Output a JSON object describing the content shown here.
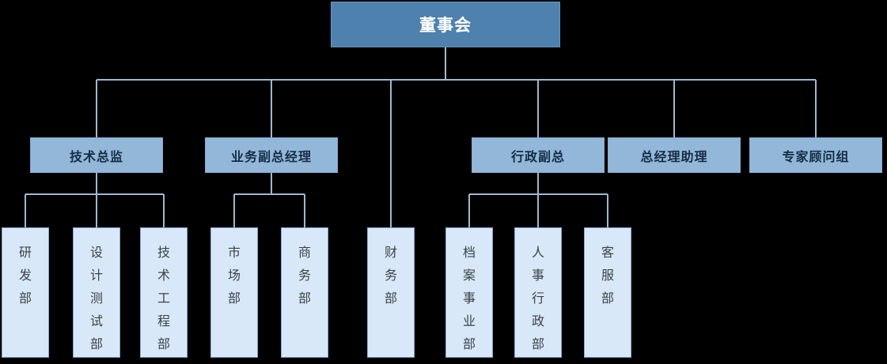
{
  "org_chart": {
    "title": "董事会",
    "root": {
      "label": "董事会"
    },
    "managers": [
      {
        "label": "技术总监"
      },
      {
        "label": "业务副总经理"
      },
      {
        "label": "行政副总"
      },
      {
        "label": "总经理助理"
      },
      {
        "label": "专家顾问组"
      }
    ],
    "departments": [
      {
        "label": "研发部",
        "parent": "技术总监"
      },
      {
        "label": "设计测试部",
        "parent": "技术总监"
      },
      {
        "label": "技术工程部",
        "parent": "技术总监"
      },
      {
        "label": "市场部",
        "parent": "业务副总经理"
      },
      {
        "label": "商务部",
        "parent": "业务副总经理"
      },
      {
        "label": "财务部",
        "parent": "董事会"
      },
      {
        "label": "档案事业部",
        "parent": "行政副总"
      },
      {
        "label": "人事行政部",
        "parent": "行政副总"
      },
      {
        "label": "客服部",
        "parent": "行政副总"
      }
    ],
    "colors": {
      "background": "#000000",
      "root_fill": "#4e81ad",
      "root_text": "#ffffff",
      "manager_fill": "#93b7d9",
      "manager_text": "#152c44",
      "department_fill": "#d8e8f8",
      "department_border": "#82abd1",
      "connector_line": "#9db9d0"
    }
  }
}
